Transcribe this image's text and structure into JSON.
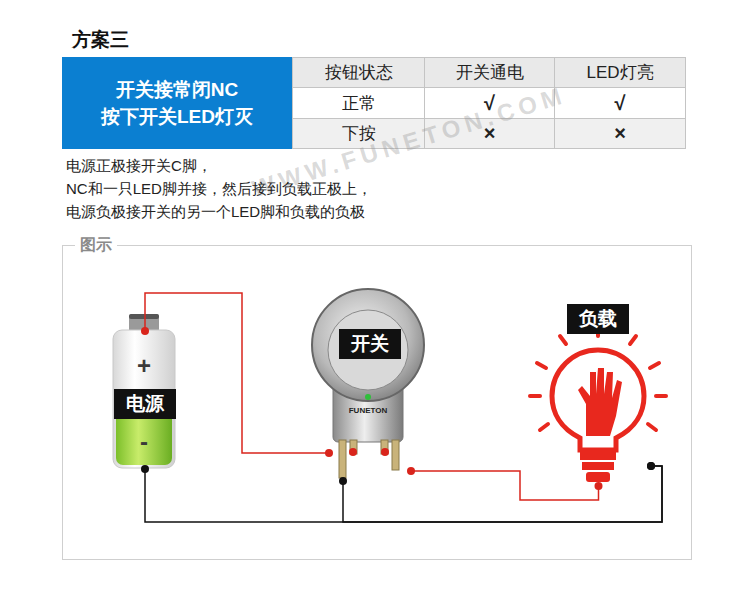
{
  "diagram": {
    "title": "方案三",
    "nodes": [
      {
        "text": [
          "开关接常闭NC 按下开关LED灯灭"
        ]
      },
      {
        "text": [
          "图示"
        ]
      },
      {
        "text": [
          "电源"
        ],
        "in": 1
      },
      {
        "text": [
          "开关"
        ],
        "in": 1
      },
      {
        "text": [
          "负载"
        ],
        "in": 1
      }
    ],
    "edges": [
      {
        "from": 2,
        "to": 3,
        "arrow": "none"
      },
      {
        "from": 3,
        "to": 4,
        "arrow": "none"
      },
      {
        "from": 2,
        "to": 4,
        "arrow": "none"
      },
      {
        "from": 3,
        "to": 4,
        "arrow": "none"
      }
    ],
    "labels": [
      "按钮状态",
      "开关通电",
      "LED灯亮",
      "正常",
      "√",
      "√",
      "下按",
      "×",
      "×",
      "电源正极接开关C脚，",
      "NC和一只LED脚并接，然后接到负载正极上，",
      "电源负极接开关的另一个LED脚和负载的负极",
      "WWW.FUNETON.COM",
      "+",
      "-",
      "FUNETON"
    ]
  }
}
